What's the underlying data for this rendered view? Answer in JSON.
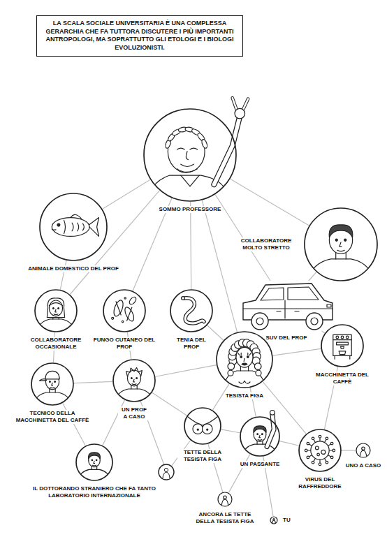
{
  "diagram": {
    "title": "LA SCALA SOCIALE UNIVERSITARIA È UNA COMPLESSA GERARCHIA CHE FA TUTTORA DISCUTERE I PIÙ IMPORTANTI ANTROPOLOGI, MA SOPRATTUTTO GLI ETOLOGI E I BIOLOGI EVOLUZIONISTI.",
    "nodes": [
      {
        "text": [
          "SOMMO PROFESSORE"
        ]
      },
      {
        "text": [
          "ANIMALE DOMESTICO DEL PROF"
        ]
      },
      {
        "text": [
          "COLLABORATORE MOLTO STRETTO"
        ]
      },
      {
        "text": [
          "SUV DEL PROF"
        ]
      },
      {
        "text": [
          "COLLABORATORE OCCASIONALE"
        ]
      },
      {
        "text": [
          "FUNGO CUTANEO DEL PROF"
        ]
      },
      {
        "text": [
          "TENIA DEL PROF"
        ]
      },
      {
        "text": [
          "TESISTA FIGA"
        ]
      },
      {
        "text": [
          "MACCHINETTA DEL CAFFÈ"
        ]
      },
      {
        "text": [
          "TECNICO DELLA MACCHINETTA DEL CAFFÈ"
        ]
      },
      {
        "text": [
          "UN PROF A CASO"
        ]
      },
      {
        "text": [
          "TETTE DELLA TESISTA FIGA"
        ]
      },
      {
        "text": [
          "UN PASSANTE"
        ]
      },
      {
        "text": [
          "VIRUS DEL RAFFREDDORE"
        ]
      },
      {
        "text": [
          "IL DOTTORANDO STRANIERO CHE FA TANTO LABORATORIO INTERNAZIONALE"
        ]
      },
      {
        "text": [
          "UNO A CASO"
        ]
      },
      {
        "text": [
          "ANCORA LE TETTE DELLA TESISTA FIGA"
        ]
      },
      {
        "text": [
          "TU"
        ]
      }
    ],
    "edges": [
      {
        "from": 0,
        "to": 1,
        "arrow": "none"
      },
      {
        "from": 0,
        "to": 2,
        "arrow": "none"
      },
      {
        "from": 0,
        "to": 3,
        "arrow": "none"
      },
      {
        "from": 0,
        "to": 4,
        "arrow": "none"
      },
      {
        "from": 0,
        "to": 5,
        "arrow": "none"
      },
      {
        "from": 0,
        "to": 6,
        "arrow": "none"
      },
      {
        "from": 0,
        "to": 7,
        "arrow": "none"
      },
      {
        "from": 2,
        "to": 3,
        "arrow": "none"
      },
      {
        "from": 3,
        "to": 8,
        "arrow": "none"
      },
      {
        "from": 7,
        "to": 8,
        "arrow": "none"
      },
      {
        "from": 1,
        "to": 4,
        "arrow": "none"
      },
      {
        "from": 4,
        "to": 9,
        "arrow": "none"
      },
      {
        "from": 9,
        "to": 10,
        "arrow": "none"
      },
      {
        "from": 5,
        "to": 10,
        "arrow": "none"
      },
      {
        "from": 6,
        "to": 7,
        "arrow": "none"
      },
      {
        "from": 10,
        "to": 7,
        "arrow": "none"
      },
      {
        "from": 7,
        "to": 11,
        "arrow": "none"
      },
      {
        "from": 7,
        "to": 12,
        "arrow": "none"
      },
      {
        "from": 7,
        "to": 13,
        "arrow": "none"
      },
      {
        "from": 8,
        "to": 13,
        "arrow": "none"
      },
      {
        "from": 9,
        "to": 14,
        "arrow": "none"
      },
      {
        "from": 10,
        "to": 14,
        "arrow": "none"
      },
      {
        "from": 10,
        "to": 11,
        "arrow": "none"
      },
      {
        "from": 11,
        "to": 12,
        "arrow": "none"
      },
      {
        "from": 12,
        "to": 13,
        "arrow": "none"
      },
      {
        "from": 13,
        "to": 15,
        "arrow": "none"
      },
      {
        "from": 12,
        "to": 16,
        "arrow": "none"
      },
      {
        "from": 11,
        "to": 16,
        "arrow": "none"
      },
      {
        "from": 12,
        "to": 17,
        "arrow": "none"
      }
    ]
  }
}
